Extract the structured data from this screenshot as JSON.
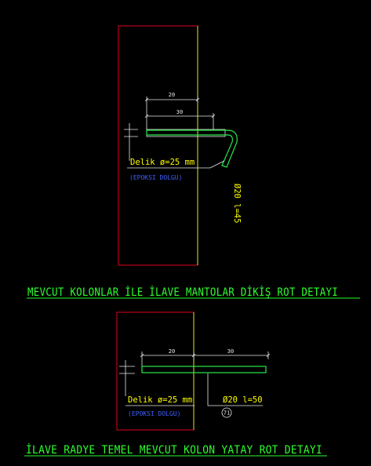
{
  "colors": {
    "background": "#000000",
    "column_outline": "#e0001e",
    "mantle_line": "#e5e52a",
    "rebar": "#27e84a",
    "dimension": "#e9e9e9",
    "label_yellow": "#ffff00",
    "label_blue": "#4060ff",
    "title_green": "#2dff2d"
  },
  "detail_top": {
    "dim_outer": "20",
    "dim_inner": "30",
    "hole_label": "Delik ø=25 mm",
    "fill_label": "(EPOKSI DOLGU)",
    "rebar_label": "Ø20 l=45",
    "title": "MEVCUT KOLONLAR İLE İLAVE MANTOLAR DİKİŞ ROT DETAYI"
  },
  "detail_bottom": {
    "dim_left": "20",
    "dim_right": "30",
    "hole_label": "Delik ø=25 mm",
    "fill_label": "(EPOKSI DOLGU)",
    "rebar_label": "Ø20 l=50",
    "rebar_mark": "71",
    "title": "İLAVE RADYE TEMEL MEVCUT KOLON YATAY ROT DETAYI"
  }
}
